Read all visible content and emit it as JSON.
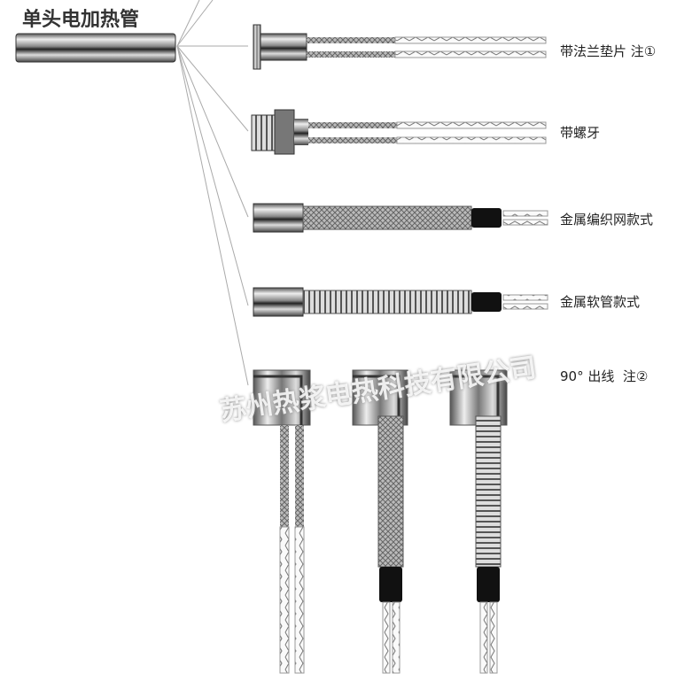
{
  "title": "单头电加热管",
  "variants": [
    {
      "label": "带法兰垫片 注①"
    },
    {
      "label": "带螺牙"
    },
    {
      "label": "金属编织网款式"
    },
    {
      "label": "金属软管款式"
    },
    {
      "label": "90° 出线  注②"
    }
  ],
  "watermark": "苏州热浆电热科技有限公司"
}
